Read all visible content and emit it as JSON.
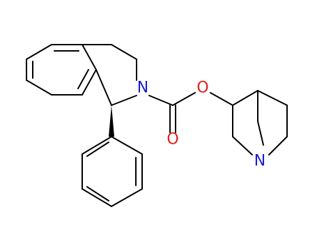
{
  "molecule": {
    "atom_labels": {
      "n_ring": "N",
      "o_ester": "O",
      "o_carbonyl": "O",
      "n_quinuclidine": "N"
    },
    "colors": {
      "bond": "#000000",
      "nitrogen": "#1a1ad6",
      "oxygen": "#e02020"
    },
    "stereo_bond": "wedge"
  }
}
